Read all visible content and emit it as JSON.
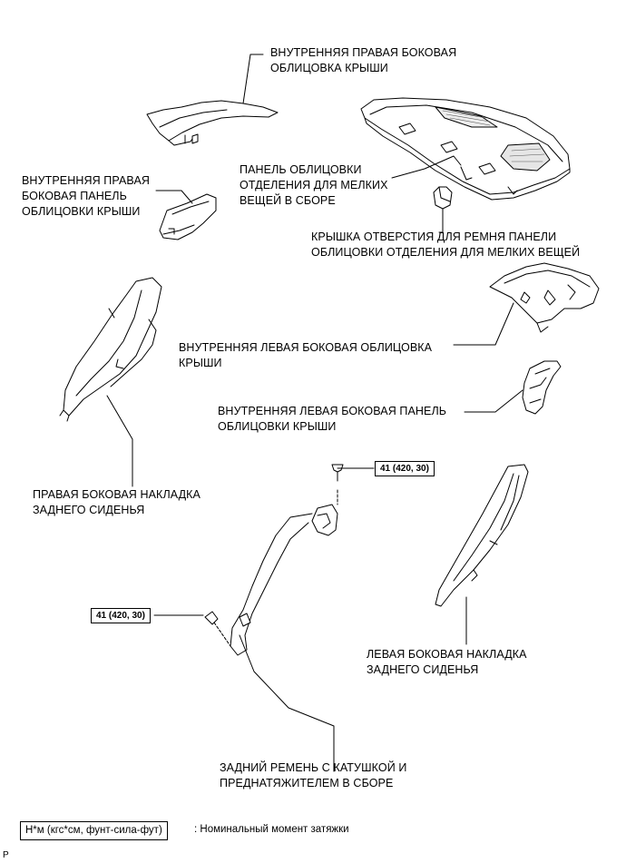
{
  "labels": {
    "rh_roof_side_garnish": [
      "ВНУТРЕННЯЯ ПРАВАЯ БОКОВАЯ",
      "ОБЛИЦОВКА КРЫШИ"
    ],
    "rh_roof_side_panel": [
      "ВНУТРЕННЯЯ ПРАВАЯ",
      "БОКОВАЯ ПАНЕЛЬ",
      "ОБЛИЦОВКИ КРЫШИ"
    ],
    "package_tray": [
      "ПАНЕЛЬ ОБЛИЦОВКИ",
      "ОТДЕЛЕНИЯ ДЛЯ МЕЛКИХ",
      "ВЕЩЕЙ В СБОРЕ"
    ],
    "belt_hole_cover": [
      "КРЫШКА ОТВЕРСТИЯ ДЛЯ РЕМНЯ ПАНЕЛИ",
      "ОБЛИЦОВКИ ОТДЕЛЕНИЯ ДЛЯ МЕЛКИХ ВЕЩЕЙ"
    ],
    "lh_roof_side_garnish": [
      "ВНУТРЕННЯЯ ЛЕВАЯ БОКОВАЯ ОБЛИЦОВКА",
      "КРЫШИ"
    ],
    "lh_roof_side_panel": [
      "ВНУТРЕННЯЯ ЛЕВАЯ БОКОВАЯ ПАНЕЛЬ",
      "ОБЛИЦОВКИ КРЫШИ"
    ],
    "rh_seat_side_garnish": [
      "ПРАВАЯ БОКОВАЯ НАКЛАДКА",
      "ЗАДНЕГО СИДЕНЬЯ"
    ],
    "lh_seat_side_garnish": [
      "ЛЕВАЯ БОКОВАЯ НАКЛАДКА",
      "ЗАДНЕГО СИДЕНЬЯ"
    ],
    "rear_seat_belt": [
      "ЗАДНИЙ РЕМЕНЬ С КАТУШКОЙ И",
      "ПРЕДНАТЯЖИТЕЛЕМ В СБОРЕ"
    ]
  },
  "torque": {
    "upper": "41 (420, 30)",
    "lower": "41 (420, 30)"
  },
  "legend": {
    "unit": "Н*м (кгс*см, фунт-сила-фут)",
    "description": ": Номинальный момент затяжки"
  },
  "corner_mark": "P"
}
